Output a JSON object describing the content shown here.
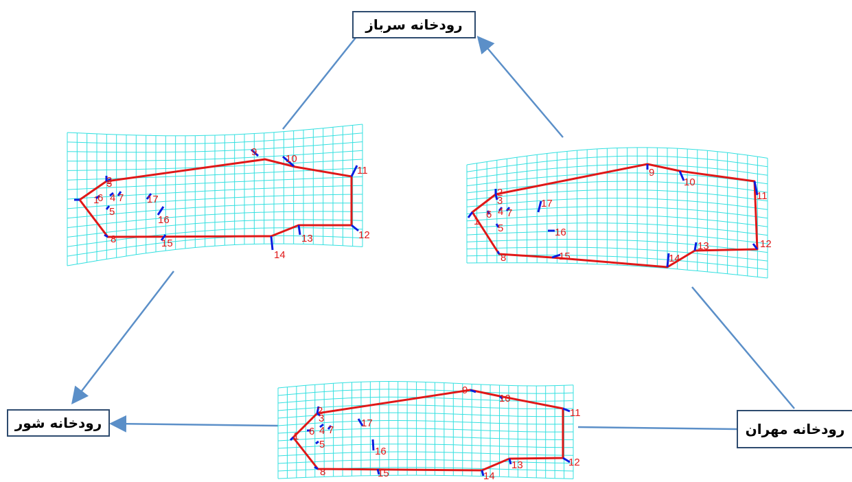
{
  "colors": {
    "grid": "#33e0e0",
    "outline": "#e01818",
    "landmark_mark": "#0a1ee0",
    "landmark_text": "#e01818",
    "arrow": "#5b8fc8",
    "box_border": "#2d4a6e"
  },
  "labels": {
    "sarbaz": "رودخانه سرباز",
    "shour": "رودخانه شور",
    "mehran": "رودخانه مهران"
  },
  "landmarks": [
    "1",
    "2",
    "3",
    "4",
    "5",
    "6",
    "7",
    "8",
    "9",
    "10",
    "11",
    "12",
    "13",
    "14",
    "15",
    "16",
    "17"
  ]
}
